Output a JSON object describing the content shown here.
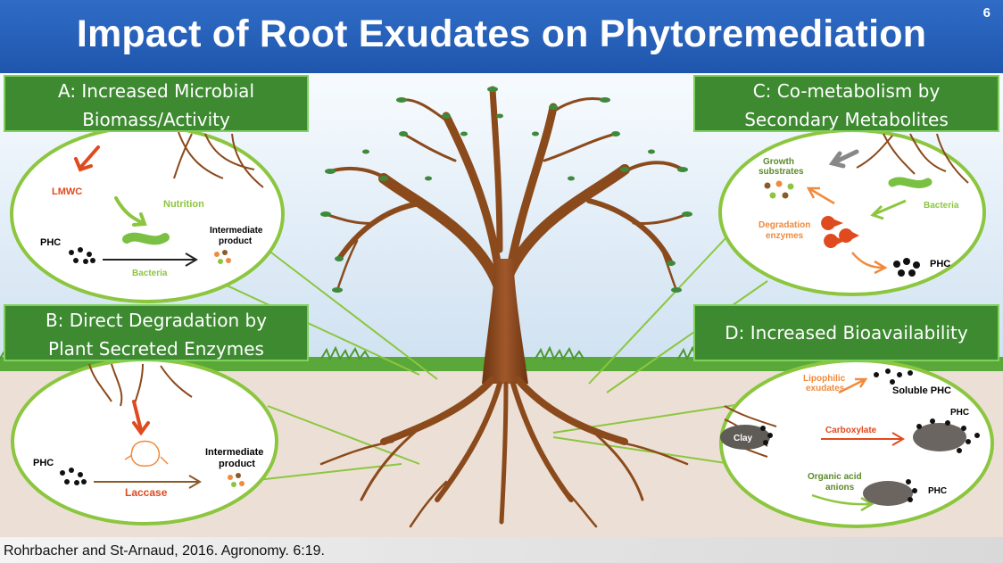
{
  "slide": {
    "title": "Impact of Root Exudates on Phytoremediation",
    "page_number": "6",
    "citation": "Rohrbacher and St-Arnaud, 2016. Agronomy. 6:19."
  },
  "panels": {
    "a": {
      "label_line1": "A: Increased Microbial",
      "label_line2": "Biomass/Activity",
      "lmwc": "LMWC",
      "nutrition": "Nutrition",
      "phc": "PHC",
      "bacteria": "Bacteria",
      "intermediate_line1": "Intermediate",
      "intermediate_line2": "product"
    },
    "b": {
      "label_line1": "B: Direct Degradation by",
      "label_line2": "Plant Secreted Enzymes",
      "phc": "PHC",
      "laccase": "Laccase",
      "intermediate_line1": "Intermediate",
      "intermediate_line2": "product"
    },
    "c": {
      "label_line1": "C: Co-metabolism by",
      "label_line2": "Secondary Metabolites",
      "growth_line1": "Growth",
      "growth_line2": "substrates",
      "degradation_line1": "Degradation",
      "degradation_line2": "enzymes",
      "bacteria": "Bacteria",
      "phc": "PHC"
    },
    "d": {
      "label": "D: Increased Bioavailability",
      "lipophilic_line1": "Lipophilic",
      "lipophilic_line2": "exudates",
      "soluble_phc": "Soluble PHC",
      "carboxylate": "Carboxylate",
      "clay": "Clay",
      "phc_top": "PHC",
      "organic_line1": "Organic acid",
      "organic_line2": "anions",
      "phc_bottom": "PHC"
    }
  },
  "colors": {
    "header": "#1f56ad",
    "label_box": "#3d8a30",
    "circle_border": "#8cc63f",
    "trunk": "#8b4a1c",
    "accent_orange": "#f08a3c",
    "accent_red": "#e04a1f",
    "bacteria_green": "#7ac143",
    "ground": "#ece0d6",
    "sky": "#dbe9f5"
  }
}
